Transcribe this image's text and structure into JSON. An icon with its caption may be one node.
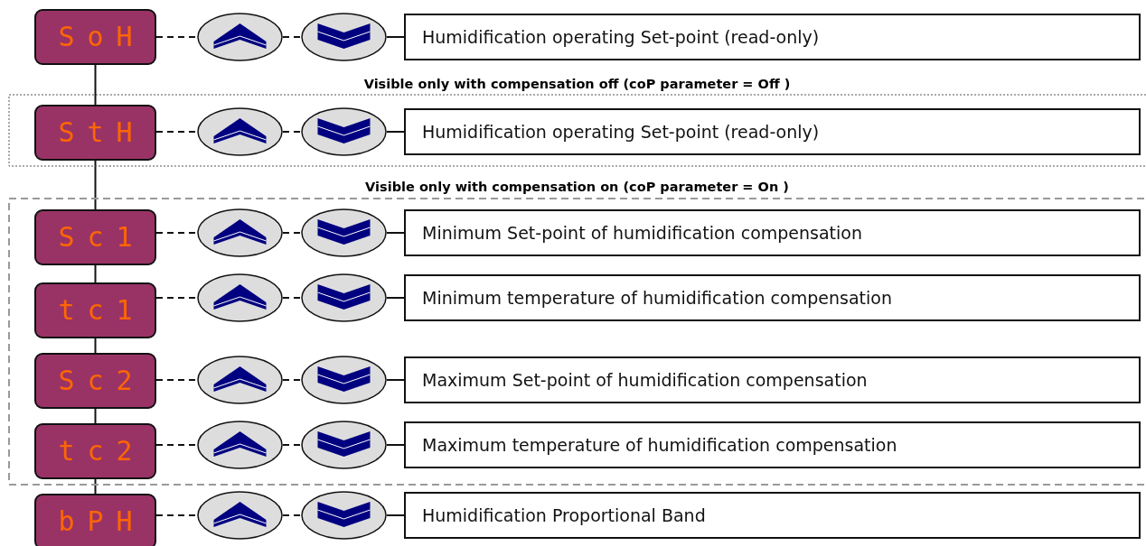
{
  "diagram": {
    "nodes": [
      {
        "text": [
          "SoH"
        ]
      },
      {
        "text": [],
        "shape": "button"
      },
      {
        "text": [],
        "shape": "button"
      },
      {
        "text": [
          "Humidification operating Set-point (read-only)"
        ]
      },
      {
        "text": [
          "Visible only with compensation off (coP parameter = Off )"
        ]
      },
      {
        "text": [
          "StH"
        ],
        "in": 4
      },
      {
        "text": [],
        "shape": "button",
        "in": 4
      },
      {
        "text": [],
        "shape": "button",
        "in": 4
      },
      {
        "text": [
          "Humidification operating Set-point (read-only)"
        ],
        "in": 4
      },
      {
        "text": [
          "Visible only with compensation on (coP parameter = On )"
        ]
      },
      {
        "text": [
          "Sc1"
        ],
        "in": 9
      },
      {
        "text": [],
        "shape": "button",
        "in": 9
      },
      {
        "text": [],
        "shape": "button",
        "in": 9
      },
      {
        "text": [
          "Minimum Set-point of humidification compensation"
        ],
        "in": 9
      },
      {
        "text": [
          "tc1"
        ],
        "in": 9
      },
      {
        "text": [],
        "shape": "button",
        "in": 9
      },
      {
        "text": [],
        "shape": "button",
        "in": 9
      },
      {
        "text": [
          "Minimum temperature of humidification compensation"
        ],
        "in": 9
      },
      {
        "text": [
          "Sc2"
        ],
        "in": 9
      },
      {
        "text": [],
        "shape": "button",
        "in": 9
      },
      {
        "text": [],
        "shape": "button",
        "in": 9
      },
      {
        "text": [
          "Maximum Set-point of humidification compensation"
        ],
        "in": 9
      },
      {
        "text": [
          "tc2"
        ],
        "in": 9
      },
      {
        "text": [],
        "shape": "button",
        "in": 9
      },
      {
        "text": [],
        "shape": "button",
        "in": 9
      },
      {
        "text": [
          "Maximum temperature of humidification compensation"
        ],
        "in": 9
      },
      {
        "text": [
          "bPH"
        ]
      },
      {
        "text": [],
        "shape": "button"
      },
      {
        "text": [],
        "shape": "button"
      },
      {
        "text": [
          "Humidification Proportional Band"
        ]
      }
    ],
    "edges": [
      {
        "from": 0,
        "to": 1,
        "arrow": "none",
        "style": "dashed"
      },
      {
        "from": 1,
        "to": 2,
        "arrow": "none",
        "style": "dashed"
      },
      {
        "from": 2,
        "to": 3,
        "arrow": "none"
      },
      {
        "from": 5,
        "to": 6,
        "arrow": "none",
        "style": "dashed"
      },
      {
        "from": 6,
        "to": 7,
        "arrow": "none",
        "style": "dashed"
      },
      {
        "from": 7,
        "to": 8,
        "arrow": "none"
      },
      {
        "from": 10,
        "to": 11,
        "arrow": "none",
        "style": "dashed"
      },
      {
        "from": 11,
        "to": 12,
        "arrow": "none",
        "style": "dashed"
      },
      {
        "from": 12,
        "to": 13,
        "arrow": "none"
      },
      {
        "from": 14,
        "to": 15,
        "arrow": "none",
        "style": "dashed"
      },
      {
        "from": 15,
        "to": 16,
        "arrow": "none",
        "style": "dashed"
      },
      {
        "from": 16,
        "to": 17,
        "arrow": "none"
      },
      {
        "from": 18,
        "to": 19,
        "arrow": "none",
        "style": "dashed"
      },
      {
        "from": 19,
        "to": 20,
        "arrow": "none",
        "style": "dashed"
      },
      {
        "from": 20,
        "to": 21,
        "arrow": "none"
      },
      {
        "from": 22,
        "to": 23,
        "arrow": "none",
        "style": "dashed"
      },
      {
        "from": 23,
        "to": 24,
        "arrow": "none",
        "style": "dashed"
      },
      {
        "from": 24,
        "to": 25,
        "arrow": "none"
      },
      {
        "from": 26,
        "to": 27,
        "arrow": "none",
        "style": "dashed"
      },
      {
        "from": 27,
        "to": 28,
        "arrow": "none",
        "style": "dashed"
      },
      {
        "from": 28,
        "to": 29,
        "arrow": "none"
      },
      {
        "from": 0,
        "to": 5,
        "arrow": "none"
      },
      {
        "from": 5,
        "to": 10,
        "arrow": "none"
      },
      {
        "from": 10,
        "to": 14,
        "arrow": "none"
      },
      {
        "from": 14,
        "to": 18,
        "arrow": "none"
      },
      {
        "from": 18,
        "to": 22,
        "arrow": "none"
      },
      {
        "from": 22,
        "to": 26,
        "arrow": "none"
      }
    ]
  }
}
